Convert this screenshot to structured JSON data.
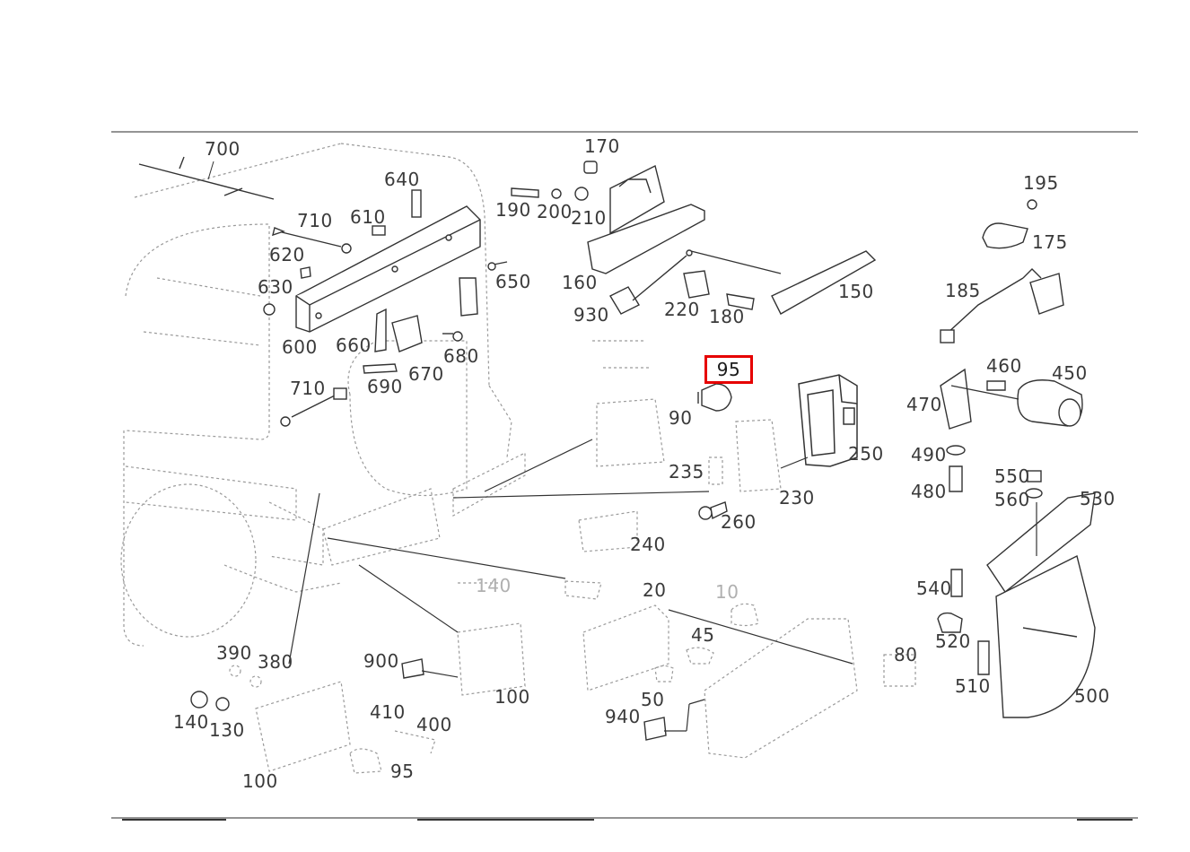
{
  "diagram": {
    "highlight_color": "#e60000",
    "selected_callout": "95",
    "callouts": {
      "c700": "700",
      "c640": "640",
      "c710a": "710",
      "c610": "610",
      "c620": "620",
      "c630": "630",
      "c650": "650",
      "c600": "600",
      "c660": "660",
      "c670": "670",
      "c680": "680",
      "c690": "690",
      "c710b": "710",
      "c170": "170",
      "c190": "190",
      "c200": "200",
      "c210": "210",
      "c160": "160",
      "c930": "930",
      "c220": "220",
      "c180": "180",
      "c150": "150",
      "c195": "195",
      "c175": "175",
      "c185": "185",
      "c95sel": "95",
      "c90": "90",
      "c235": "235",
      "c260": "260",
      "c240": "240",
      "c230": "230",
      "c250": "250",
      "c470": "470",
      "c460": "460",
      "c450": "450",
      "c490": "490",
      "c480": "480",
      "c550": "550",
      "c560": "560",
      "c530": "530",
      "c540": "540",
      "c520": "520",
      "c510": "510",
      "c500": "500",
      "c140t": "140",
      "c20": "20",
      "c10": "10",
      "c45": "45",
      "c80": "80",
      "c50": "50",
      "c940": "940",
      "c900": "900",
      "c100a": "100",
      "c390": "390",
      "c380": "380",
      "c140b": "140",
      "c130": "130",
      "c410": "410",
      "c400": "400",
      "c95b": "95",
      "c100b": "100"
    }
  }
}
